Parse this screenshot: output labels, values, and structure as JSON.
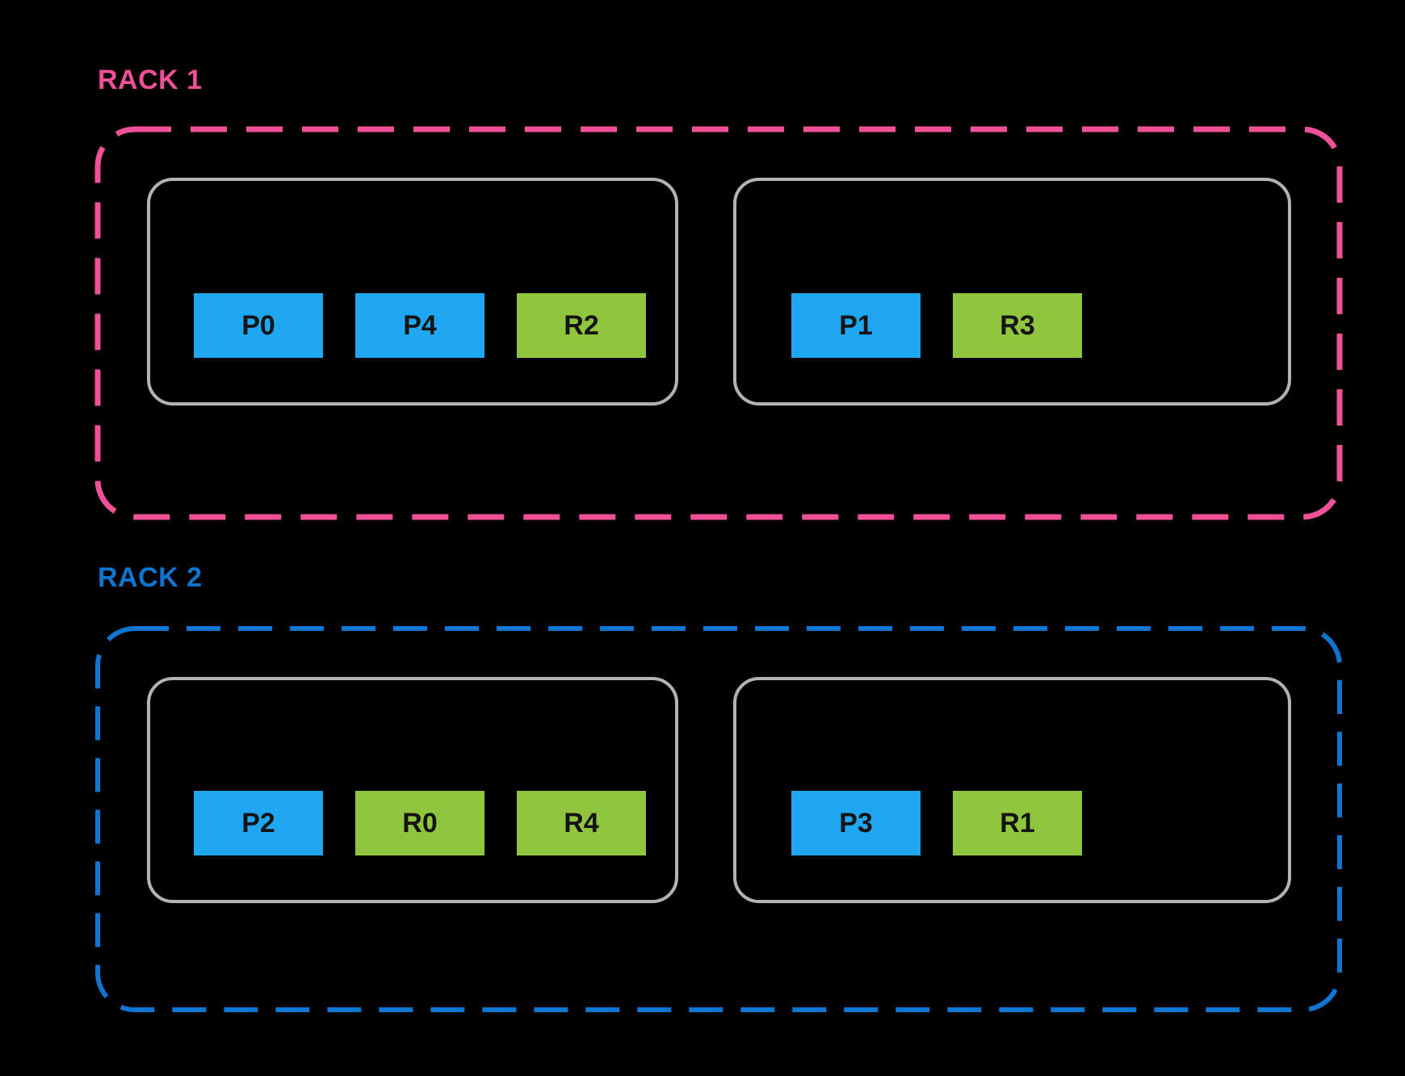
{
  "colors": {
    "background": "#000000",
    "rack1_accent": "#EF5098",
    "rack2_accent": "#0E76D1",
    "host_border": "#B3B3B3",
    "primary_fill": "#1FA8F1",
    "replica_fill": "#90C63E",
    "slot_text": "#141414"
  },
  "racks": [
    {
      "label": "RACK 1",
      "hosts": [
        {
          "slots": [
            {
              "label": "P0",
              "type": "primary"
            },
            {
              "label": "P4",
              "type": "primary"
            },
            {
              "label": "R2",
              "type": "replica"
            }
          ]
        },
        {
          "slots": [
            {
              "label": "P1",
              "type": "primary"
            },
            {
              "label": "R3",
              "type": "replica"
            }
          ]
        }
      ]
    },
    {
      "label": "RACK 2",
      "hosts": [
        {
          "slots": [
            {
              "label": "P2",
              "type": "primary"
            },
            {
              "label": "R0",
              "type": "replica"
            },
            {
              "label": "R4",
              "type": "replica"
            }
          ]
        },
        {
          "slots": [
            {
              "label": "P3",
              "type": "primary"
            },
            {
              "label": "R1",
              "type": "replica"
            }
          ]
        }
      ]
    }
  ]
}
